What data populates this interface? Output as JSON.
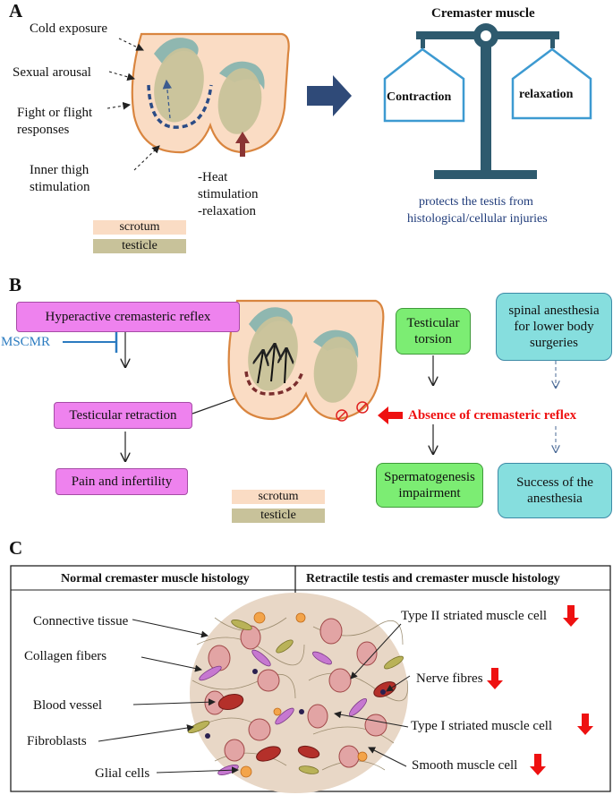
{
  "panel_a": {
    "letter": "A",
    "labels": {
      "cold": "Cold exposure",
      "sexual": "Sexual arousal",
      "fight1": "Fight or flight",
      "fight2": "responses",
      "inner1": "Inner thigh",
      "inner2": "stimulation",
      "heat1": "-Heat",
      "heat2": "stimulation",
      "heat3": "-relaxation"
    },
    "legend": {
      "scrotum": "scrotum",
      "testicle": "testicle"
    },
    "balance": {
      "title": "Cremaster muscle",
      "left": "Contraction",
      "right": "relaxation",
      "caption1": "protects the testis from",
      "caption2": "histological/cellular injuries"
    }
  },
  "panel_b": {
    "letter": "B",
    "hyperactive": "Hyperactive cremasteric reflex",
    "mscmr": "MSCMR",
    "retraction": "Testicular retraction",
    "pain": "Pain and infertility",
    "torsion1": "Testicular",
    "torsion2": "torsion",
    "spinal1": "spinal anesthesia",
    "spinal2": "for lower body",
    "spinal3": "surgeries",
    "absence": "Absence of cremasteric reflex",
    "sperm1": "Spermatogenesis",
    "sperm2": "impairment",
    "success1": "Success of the",
    "success2": "anesthesia",
    "legend": {
      "scrotum": "scrotum",
      "testicle": "testicle"
    }
  },
  "panel_c": {
    "letter": "C",
    "normal_title": "Normal cremaster muscle histology",
    "retractile_title": "Retractile testis and  cremaster muscle histology",
    "left_labels": [
      "Connective tissue",
      "Collagen fibers",
      "Blood vessel",
      "Fibroblasts",
      "Glial cells"
    ],
    "right_labels": [
      "Type II striated muscle cell",
      "Nerve fibres",
      "Type I striated muscle cell",
      "Smooth muscle cell"
    ]
  },
  "colors": {
    "scrotum": "#fadcc4",
    "testicle": "#c8c29a",
    "balance": "#2e5a6e",
    "cup": "#3d9ad1",
    "caption": "#1f3b7a",
    "red_arrow": "#ee1111",
    "absence_text": "#ee1111",
    "mscmr": "#2b7bc0"
  }
}
